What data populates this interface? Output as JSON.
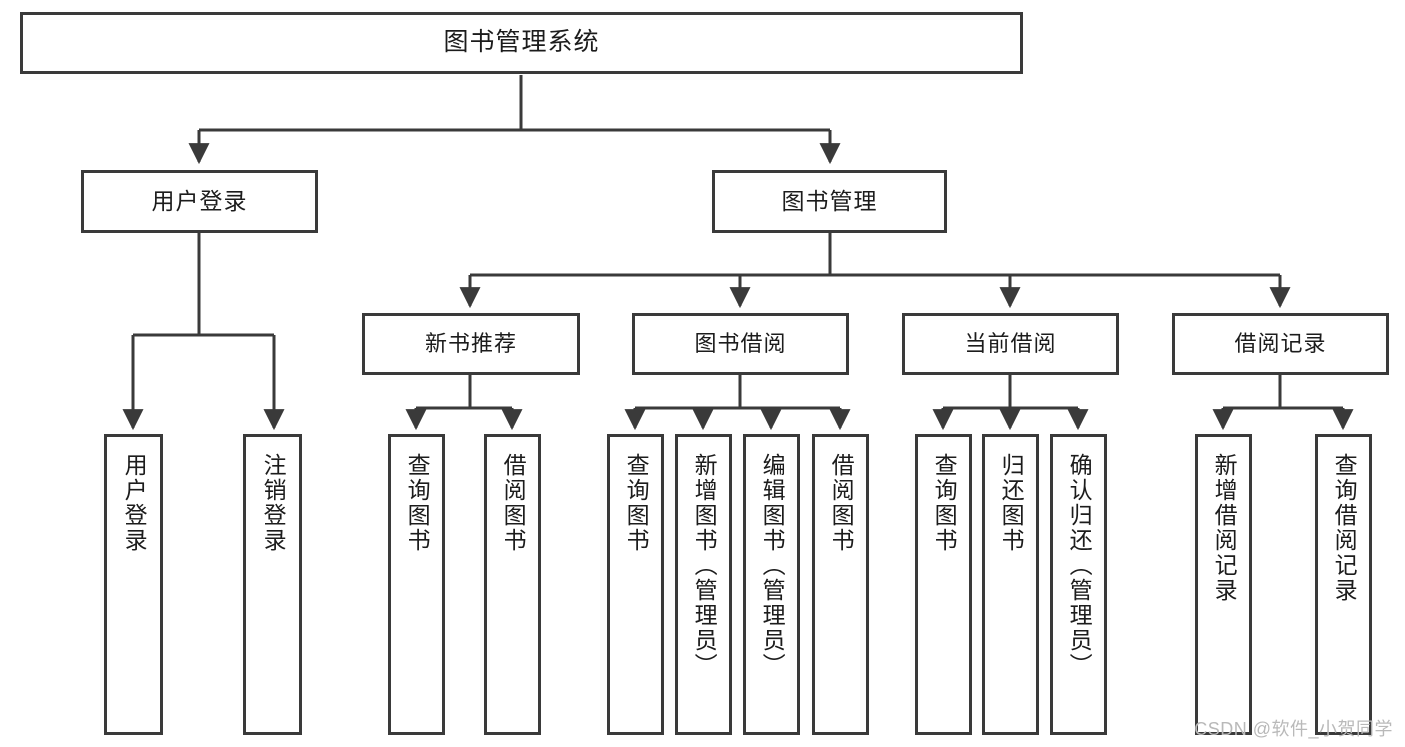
{
  "diagram": {
    "title": "图书管理系统",
    "watermark": "CSDN @软件_小贺同学",
    "colors": {
      "stroke": "#3a3a3a",
      "fill": "#ffffff",
      "text": "#1c1c1c",
      "watermark": "#b9b9b9"
    },
    "root": {
      "label": "图书管理系统"
    },
    "level2": [
      {
        "label": "用户登录"
      },
      {
        "label": "图书管理"
      }
    ],
    "level3": [
      {
        "label": "新书推荐"
      },
      {
        "label": "图书借阅"
      },
      {
        "label": "当前借阅"
      },
      {
        "label": "借阅记录"
      }
    ],
    "leaves": {
      "user_login": [
        {
          "label": "用户登录"
        },
        {
          "label": "注销登录"
        }
      ],
      "new_book_recommend": [
        {
          "label": "查询图书"
        },
        {
          "label": "借阅图书"
        }
      ],
      "book_borrow": [
        {
          "label": "查询图书"
        },
        {
          "label": "新增图书（管理员）"
        },
        {
          "label": "编辑图书（管理员）"
        },
        {
          "label": "借阅图书"
        }
      ],
      "current_borrow": [
        {
          "label": "查询图书"
        },
        {
          "label": "归还图书"
        },
        {
          "label": "确认归还（管理员）"
        }
      ],
      "borrow_record": [
        {
          "label": "新增借阅记录"
        },
        {
          "label": "查询借阅记录"
        }
      ]
    }
  }
}
